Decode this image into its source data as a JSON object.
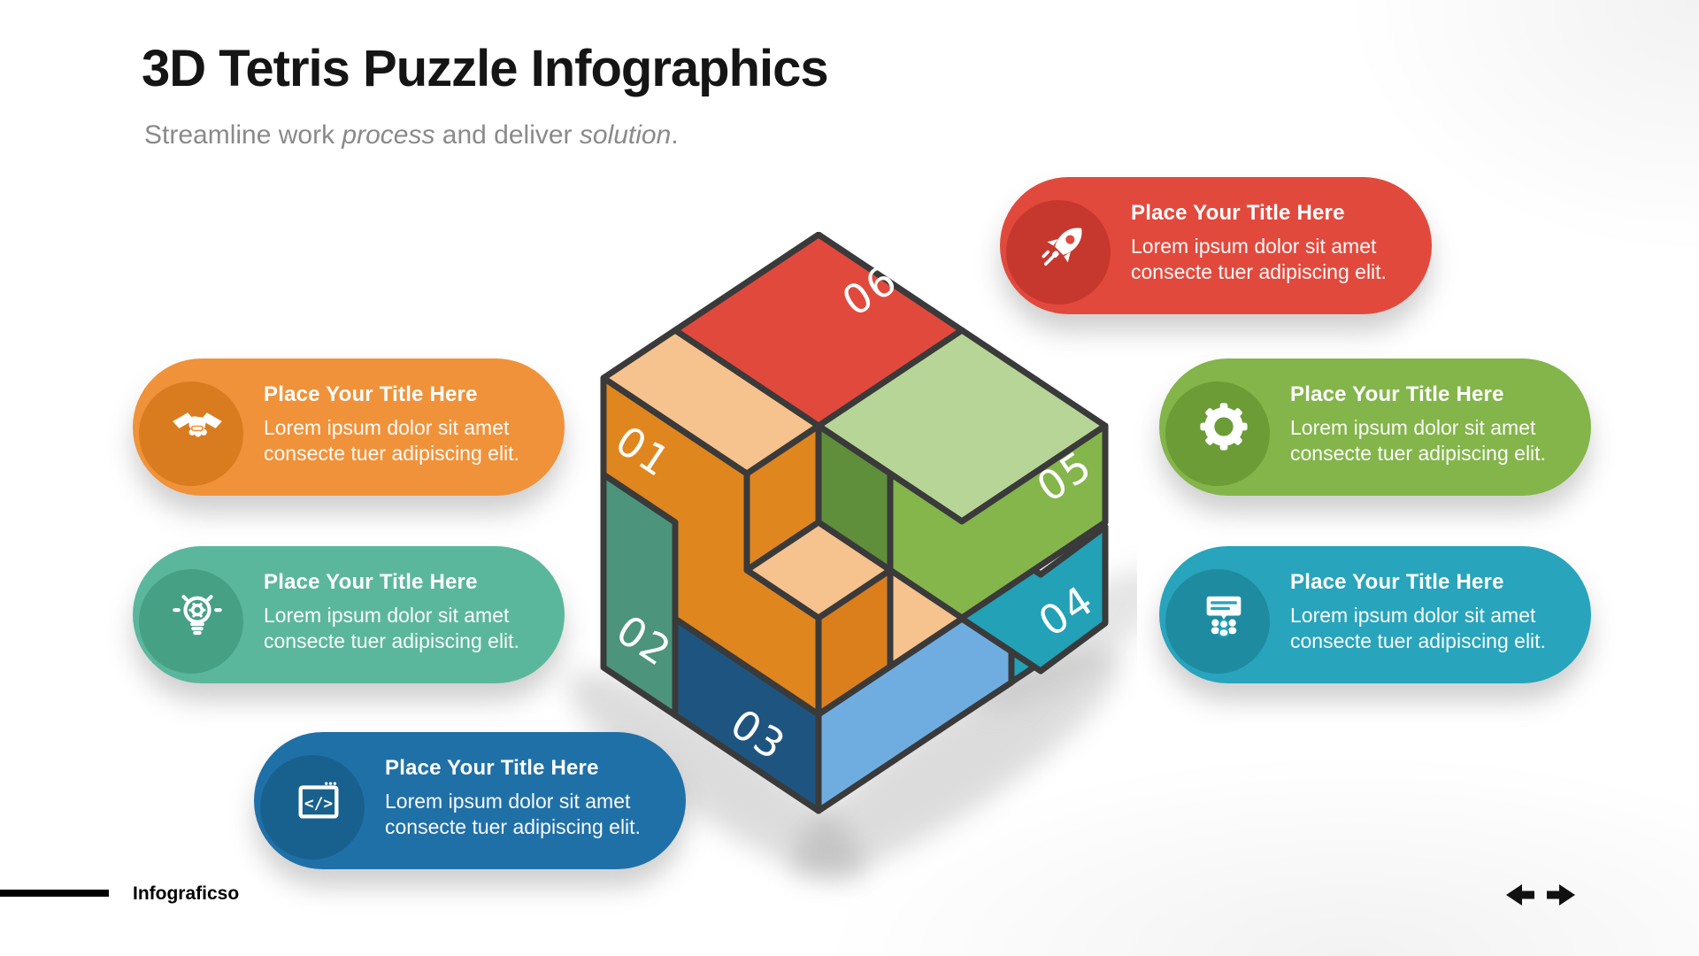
{
  "slide": {
    "title": "3D Tetris Puzzle Infographics",
    "subtitle": {
      "part1": "Streamline work ",
      "italic1": "process",
      "part2": " and deliver ",
      "italic2": "solution",
      "part3": "."
    }
  },
  "theme": {
    "red": "#E2493D",
    "orange": "#F0923A",
    "teal": "#5BB79C",
    "green": "#83B54A",
    "cyan": "#28A4BC",
    "blue": "#2070A8",
    "peach": "#F6C28E",
    "dark_orange": "#E0861F",
    "sea_green": "#4C947C",
    "dark_blue": "#1E5580",
    "light_blue": "#6FADE1",
    "light_green": "#B7D597",
    "medium_green": "#84B64B",
    "dark_green": "#5F8F3B",
    "outline": "#3A3A3A"
  },
  "cube": {
    "labels": {
      "n01": "01",
      "n02": "02",
      "n03": "03",
      "n04": "04",
      "n05": "05",
      "n06": "06"
    }
  },
  "cards": [
    {
      "icon": "rocket-icon",
      "color": "#E2493D",
      "title": "Place Your Title Here",
      "body1": "Lorem ipsum dolor sit amet",
      "body2": "consecte tuer adipiscing elit."
    },
    {
      "icon": "handshake-icon",
      "color": "#F0923A",
      "title": "Place Your Title Here",
      "body1": "Lorem ipsum dolor sit amet",
      "body2": "consecte tuer adipiscing elit."
    },
    {
      "icon": "idea-bulb-icon",
      "color": "#5BB79C",
      "title": "Place Your Title Here",
      "body1": "Lorem ipsum dolor sit amet",
      "body2": "consecte tuer adipiscing elit."
    },
    {
      "icon": "gear-icon",
      "color": "#83B54A",
      "title": "Place Your Title Here",
      "body1": "Lorem ipsum dolor sit amet",
      "body2": "consecte tuer adipiscing elit."
    },
    {
      "icon": "presentation-icon",
      "color": "#28A4BC",
      "title": "Place Your Title Here",
      "body1": "Lorem ipsum dolor sit amet",
      "body2": "consecte tuer adipiscing elit."
    },
    {
      "icon": "code-window-icon",
      "color": "#2070A8",
      "title": "Place Your Title Here",
      "body1": "Lorem ipsum dolor sit amet",
      "body2": "consecte tuer adipiscing elit."
    }
  ],
  "footer": {
    "brand": "Infograficso"
  }
}
